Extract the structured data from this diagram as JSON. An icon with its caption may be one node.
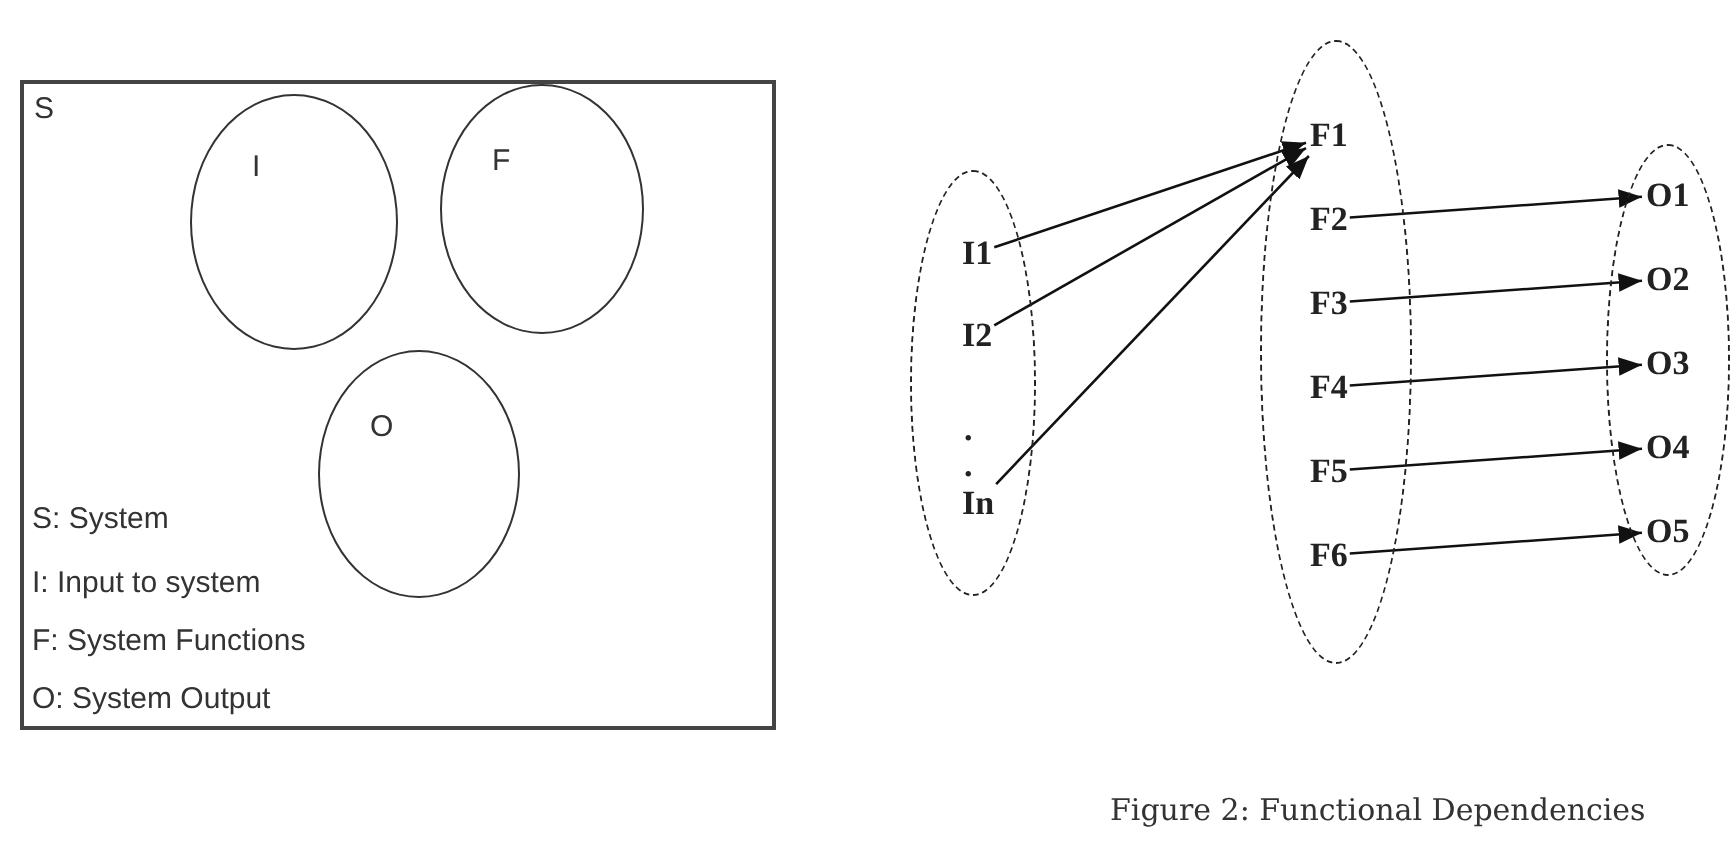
{
  "diagram": {
    "caption": "Figure 2: Functional Dependencies",
    "nodes": [
      {
        "text": [
          "S"
        ]
      },
      {
        "text": [
          "I"
        ],
        "in": 0
      },
      {
        "text": [
          "F"
        ],
        "in": 0
      },
      {
        "text": [
          "O"
        ],
        "in": 0
      },
      {
        "text": [],
        "shape": "ellipse"
      },
      {
        "text": [
          "I1"
        ],
        "in": 4
      },
      {
        "text": [
          "I2"
        ],
        "in": 4
      },
      {
        "text": [
          "In"
        ],
        "in": 4
      },
      {
        "text": [],
        "shape": "ellipse"
      },
      {
        "text": [
          "F1"
        ],
        "in": 8
      },
      {
        "text": [
          "F2"
        ],
        "in": 8
      },
      {
        "text": [
          "F3"
        ],
        "in": 8
      },
      {
        "text": [
          "F4"
        ],
        "in": 8
      },
      {
        "text": [
          "F5"
        ],
        "in": 8
      },
      {
        "text": [
          "F6"
        ],
        "in": 8
      },
      {
        "text": [],
        "shape": "ellipse"
      },
      {
        "text": [
          "O1"
        ],
        "in": 15
      },
      {
        "text": [
          "O2"
        ],
        "in": 15
      },
      {
        "text": [
          "O3"
        ],
        "in": 15
      },
      {
        "text": [
          "O4"
        ],
        "in": 15
      },
      {
        "text": [
          "O5"
        ],
        "in": 15
      }
    ],
    "edges": [
      {
        "from": 5,
        "to": 9,
        "arrow": "to"
      },
      {
        "from": 6,
        "to": 9,
        "arrow": "to"
      },
      {
        "from": 7,
        "to": 9,
        "arrow": "to"
      },
      {
        "from": 10,
        "to": 16,
        "arrow": "to"
      },
      {
        "from": 11,
        "to": 17,
        "arrow": "to"
      },
      {
        "from": 12,
        "to": 18,
        "arrow": "to"
      },
      {
        "from": 13,
        "to": 19,
        "arrow": "to"
      },
      {
        "from": 14,
        "to": 20,
        "arrow": "to"
      }
    ],
    "labels": [
      "S: System",
      "I: Input to system",
      "F: System Functions",
      "O: System Output",
      ".",
      "."
    ]
  }
}
